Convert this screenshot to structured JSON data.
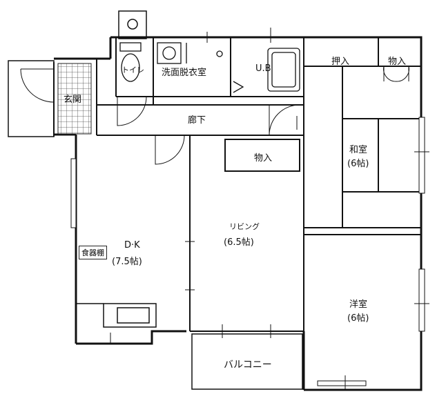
{
  "rooms": {
    "toilet": "トイレ",
    "washroom": "洗面脱衣室",
    "bath": "U.B",
    "oshiire": "押入",
    "storage_top": "物入",
    "entrance": "玄関",
    "corridor": "廊下",
    "storage_mid": "物入",
    "washitsu": "和室",
    "washitsu_size": "(6帖)",
    "dk": "D·K",
    "dk_size": "(7.5帖)",
    "cupboard": "食器棚",
    "living": "リビング",
    "living_size": "(6.5帖)",
    "yoshitsu": "洋室",
    "yoshitsu_size": "(6帖)",
    "balcony": "バルコニー"
  }
}
